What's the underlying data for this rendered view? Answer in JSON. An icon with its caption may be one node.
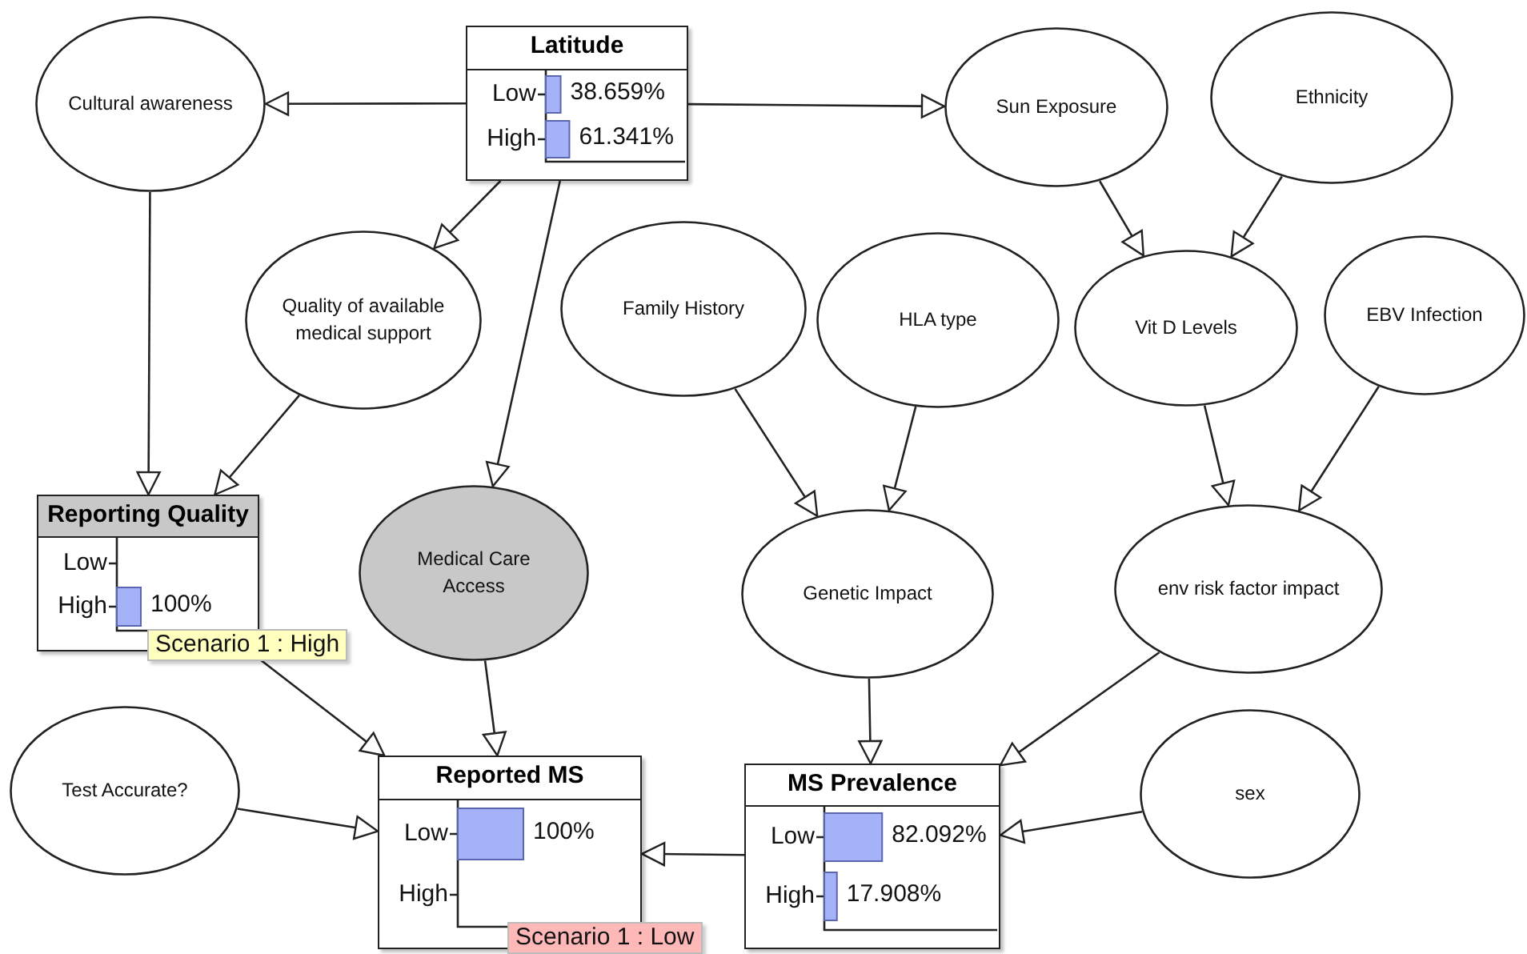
{
  "diagram": {
    "nodes": [
      {
        "text": [
          "Latitude",
          "Low",
          "38.659%",
          "High",
          "61.341%"
        ]
      },
      {
        "text": [
          "Cultural awareness"
        ]
      },
      {
        "text": [
          "Sun Exposure"
        ]
      },
      {
        "text": [
          "Ethnicity"
        ]
      },
      {
        "text": [
          "Quality of available medical support"
        ]
      },
      {
        "text": [
          "Family History"
        ]
      },
      {
        "text": [
          "HLA type"
        ]
      },
      {
        "text": [
          "Vit D Levels"
        ]
      },
      {
        "text": [
          "EBV Infection"
        ]
      },
      {
        "text": [
          "Reporting Quality",
          "Low",
          "High",
          "100%",
          "Scenario 1 : High"
        ]
      },
      {
        "text": [
          "Medical Care Access"
        ]
      },
      {
        "text": [
          "Genetic Impact"
        ]
      },
      {
        "text": [
          "env risk factor impact"
        ]
      },
      {
        "text": [
          "Test Accurate?"
        ]
      },
      {
        "text": [
          "Reported MS",
          "Low",
          "100%",
          "High",
          "Scenario 1 : Low"
        ]
      },
      {
        "text": [
          "MS Prevalence",
          "Low",
          "82.092%",
          "High",
          "17.908%"
        ]
      },
      {
        "text": [
          "sex"
        ]
      }
    ],
    "edges": [
      {
        "from": 0,
        "to": 1,
        "arrow": "to"
      },
      {
        "from": 0,
        "to": 2,
        "arrow": "to"
      },
      {
        "from": 0,
        "to": 4,
        "arrow": "to"
      },
      {
        "from": 0,
        "to": 10,
        "arrow": "to"
      },
      {
        "from": 1,
        "to": 9,
        "arrow": "to"
      },
      {
        "from": 4,
        "to": 9,
        "arrow": "to"
      },
      {
        "from": 2,
        "to": 7,
        "arrow": "to"
      },
      {
        "from": 3,
        "to": 7,
        "arrow": "to"
      },
      {
        "from": 5,
        "to": 11,
        "arrow": "to"
      },
      {
        "from": 6,
        "to": 11,
        "arrow": "to"
      },
      {
        "from": 7,
        "to": 12,
        "arrow": "to"
      },
      {
        "from": 8,
        "to": 12,
        "arrow": "to"
      },
      {
        "from": 9,
        "to": 14,
        "arrow": "to"
      },
      {
        "from": 10,
        "to": 14,
        "arrow": "to"
      },
      {
        "from": 13,
        "to": 14,
        "arrow": "to"
      },
      {
        "from": 11,
        "to": 15,
        "arrow": "to"
      },
      {
        "from": 12,
        "to": 15,
        "arrow": "to"
      },
      {
        "from": 16,
        "to": 15,
        "arrow": "to"
      },
      {
        "from": 15,
        "to": 14,
        "arrow": "to"
      }
    ]
  }
}
